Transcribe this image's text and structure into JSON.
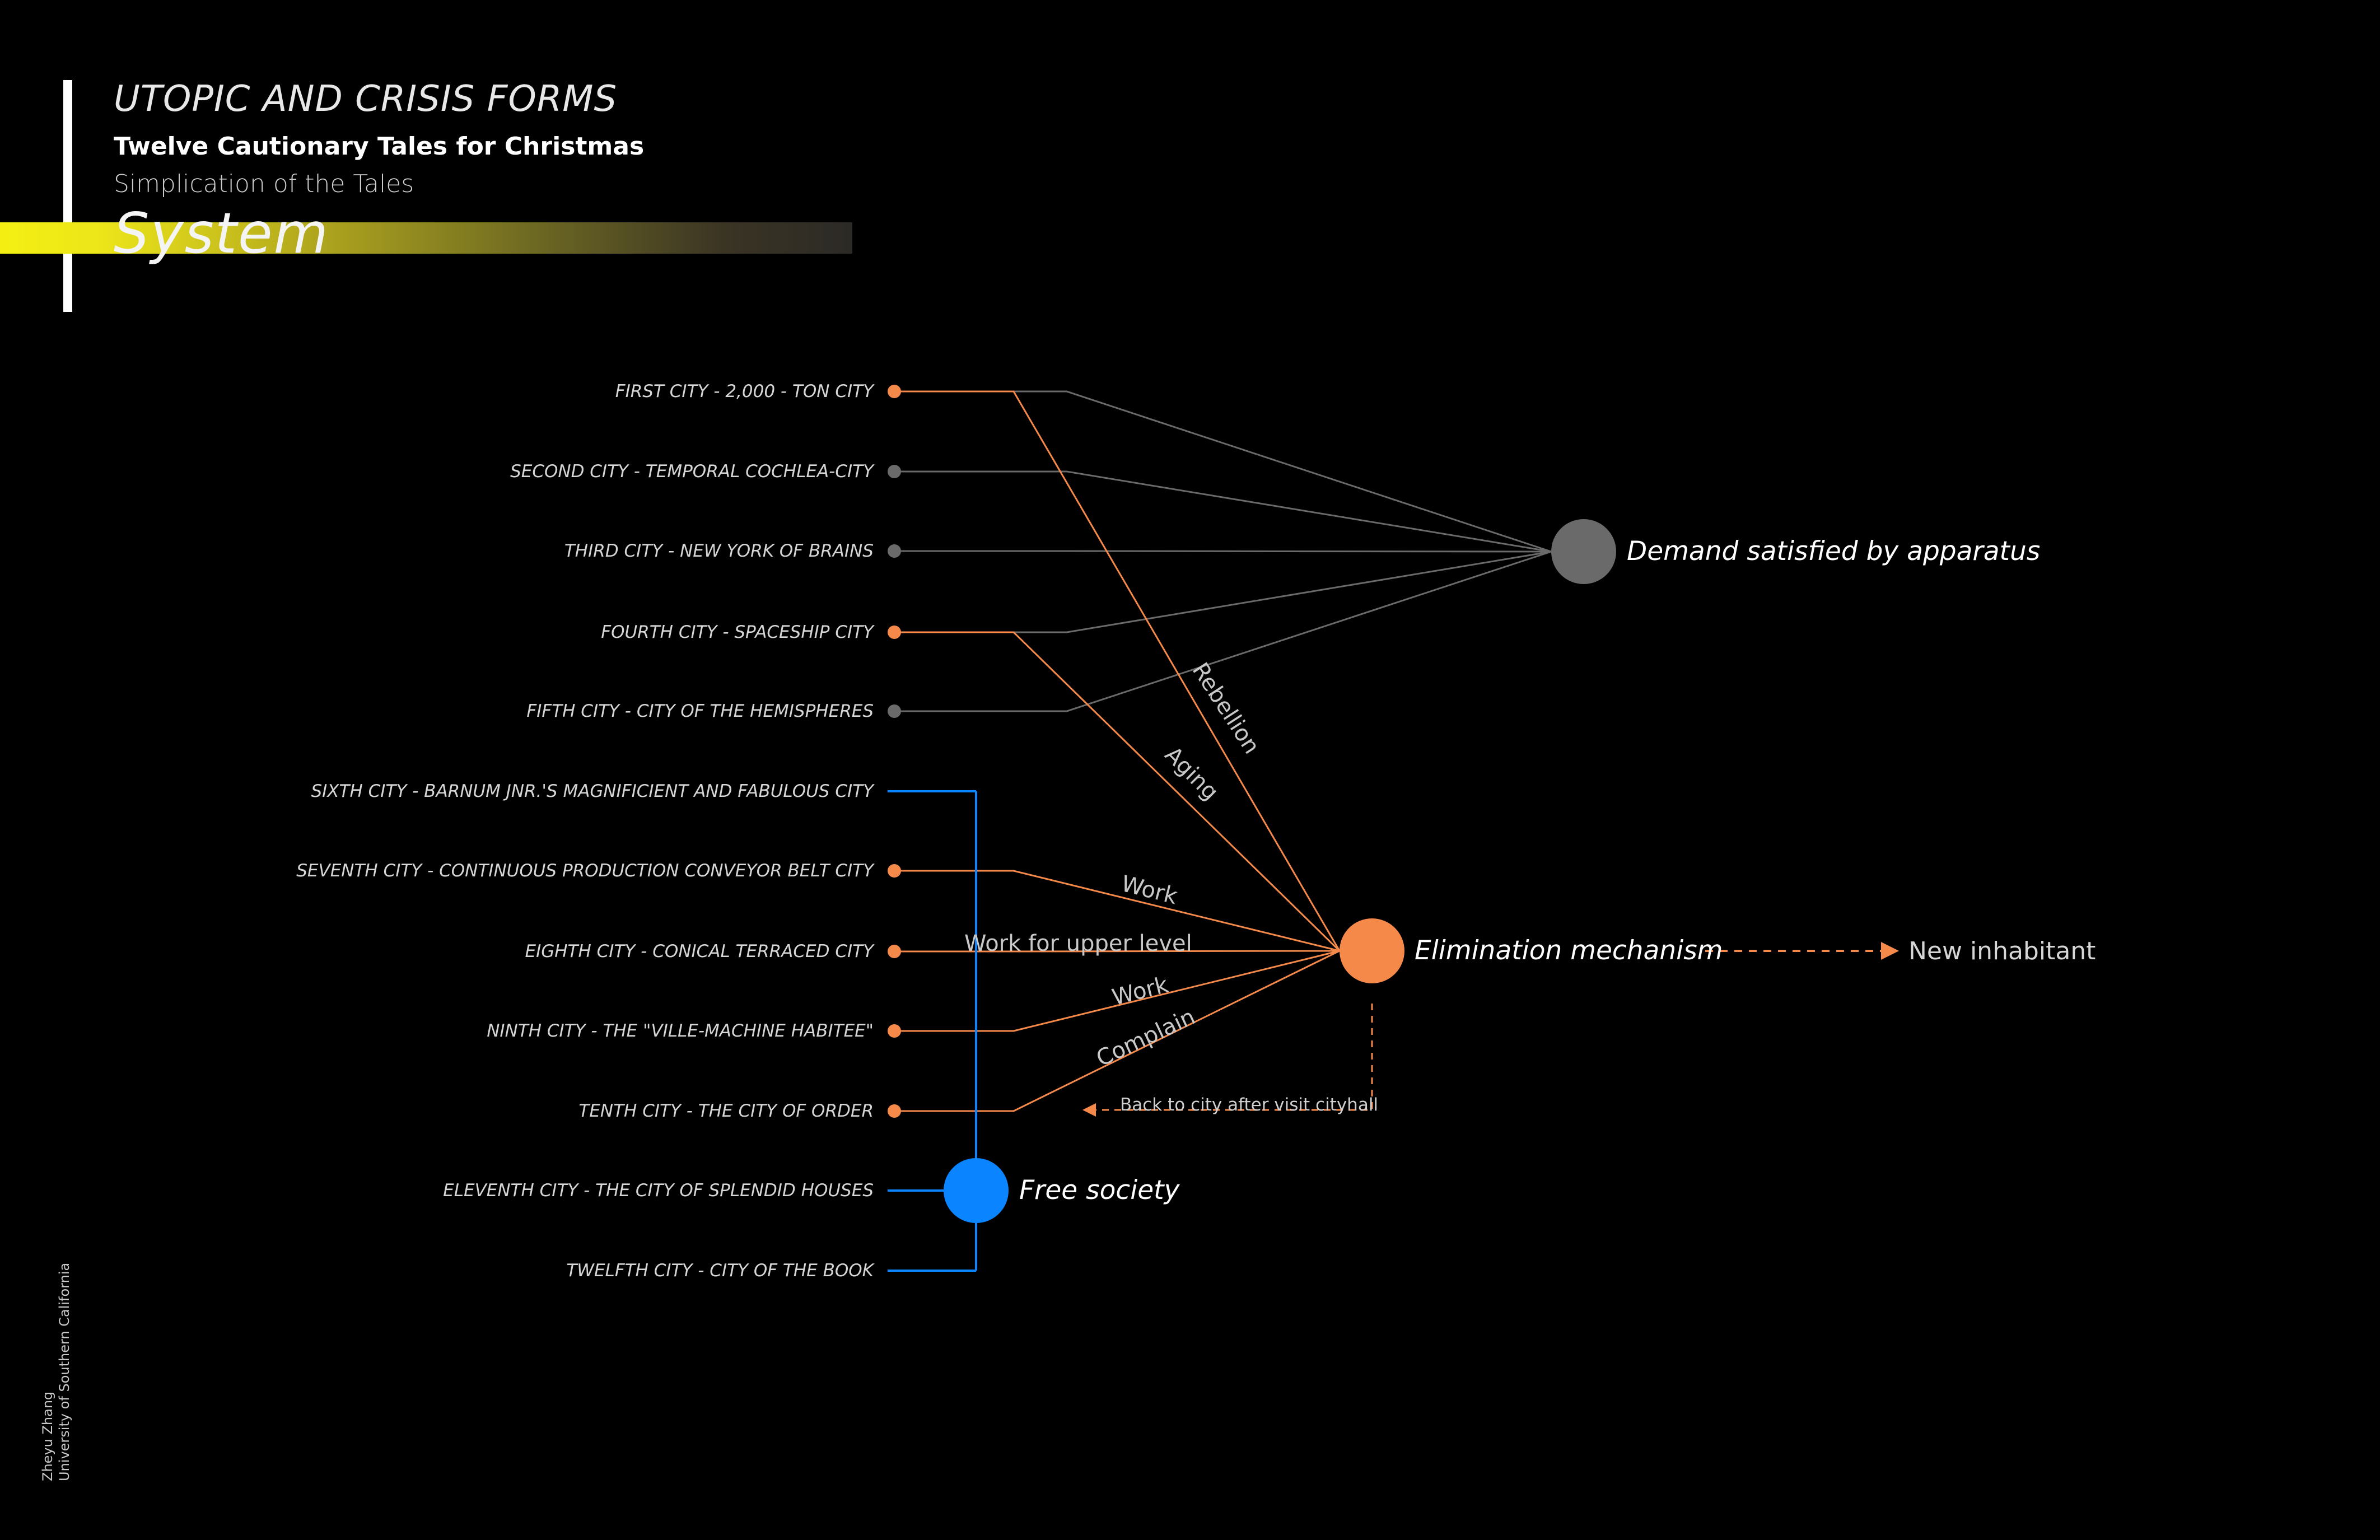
{
  "header": {
    "title": "UTOPIC AND CRISIS FORMS",
    "subtitle": "Twelve Cautionary Tales for Christmas",
    "subheading": "Simplication of the Tales",
    "section": "System"
  },
  "credit": {
    "name": "Zheyu Zhang",
    "institution": "University of Southern California"
  },
  "colors": {
    "background": "#000000",
    "demand": "#6a6a6a",
    "elimination": "#f5894a",
    "free": "#0a84ff"
  },
  "cities": [
    {
      "label": "FIRST CITY - 2,000 - TON CITY",
      "group": "elimination",
      "also_demand": true
    },
    {
      "label": "SECOND CITY - TEMPORAL COCHLEA-CITY",
      "group": "demand"
    },
    {
      "label": "THIRD CITY - NEW YORK OF BRAINS",
      "group": "demand"
    },
    {
      "label": "FOURTH CITY - SPACESHIP CITY",
      "group": "elimination",
      "also_demand": true
    },
    {
      "label": "FIFTH CITY - CITY OF THE HEMISPHERES",
      "group": "demand"
    },
    {
      "label": "SIXTH CITY - BARNUM JNR.'S MAGNIFICIENT AND FABULOUS CITY",
      "group": "free"
    },
    {
      "label": "SEVENTH CITY - CONTINUOUS PRODUCTION CONVEYOR BELT CITY",
      "group": "elimination"
    },
    {
      "label": "EIGHTH CITY - CONICAL TERRACED CITY",
      "group": "elimination"
    },
    {
      "label": "NINTH CITY - THE \"VILLE-MACHINE HABITEE\"",
      "group": "elimination"
    },
    {
      "label": "TENTH CITY - THE CITY OF ORDER",
      "group": "elimination"
    },
    {
      "label": "ELEVENTH CITY - THE CITY OF SPLENDID HOUSES",
      "group": "free"
    },
    {
      "label": "TWELFTH CITY  - CITY OF THE BOOK",
      "group": "free"
    }
  ],
  "nodes": {
    "demand": "Demand satisfied by apparatus",
    "elimination": "Elimination mechanism",
    "free": "Free society",
    "new_inhabitant": "New inhabitant"
  },
  "edge_labels": {
    "rebellion": "Rebellion",
    "aging": "Aging",
    "work_seventh": "Work",
    "work_upper": "Work for upper level",
    "work_ninth": "Work",
    "complain": "Complain",
    "back_to_city": "Back to city after visit cityhall"
  }
}
